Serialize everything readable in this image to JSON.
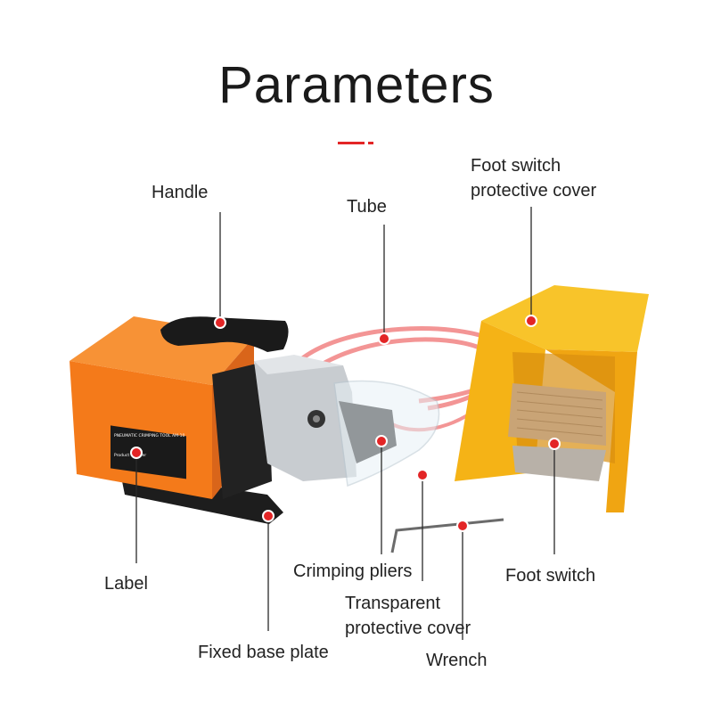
{
  "title": "Parameters",
  "accent_color": "#e32526",
  "labels": {
    "handle": "Handle",
    "tube": "Tube",
    "foot_switch_cover_line1": "Foot switch",
    "foot_switch_cover_line2": "protective cover",
    "label": "Label",
    "crimping_pliers": "Crimping pliers",
    "foot_switch": "Foot switch",
    "transparent_cover_line1": "Transparent",
    "transparent_cover_line2": "protective cover",
    "fixed_base_plate": "Fixed base plate",
    "wrench": "Wrench"
  },
  "machine_label_text": {
    "line1": "PNEUMATIC CRIMPING TOOL  AM-10",
    "line2": "Product number"
  },
  "colors": {
    "machine_orange": "#f47a1a",
    "cover_yellow": "#f5b316",
    "pedal": "#c9a476",
    "tube": "#f28a8a",
    "metal": "#c8ccd0"
  }
}
